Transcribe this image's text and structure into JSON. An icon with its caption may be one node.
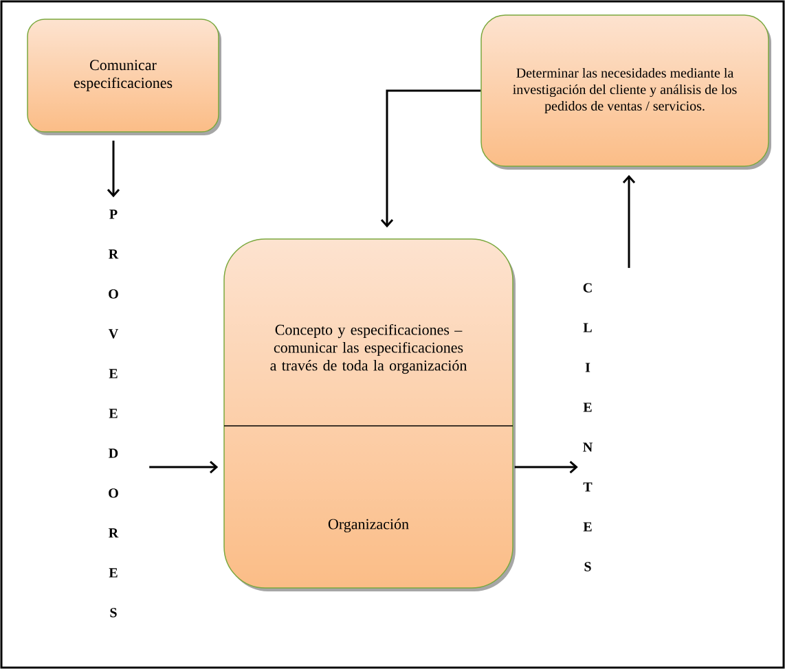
{
  "diagram": {
    "nodes": [
      {
        "text": [
          "Comunicar especificaciones"
        ]
      },
      {
        "text": [
          "Determinar las necesidades mediante la investigación del cliente y análisis de los pedidos de ventas / servicios."
        ]
      },
      {
        "text": [
          "P R O V E E D O R E S"
        ]
      },
      {
        "text": [
          "Concepto y especificaciones – comunicar las especificaciones a través de toda la organización",
          "Organización"
        ]
      },
      {
        "text": [
          "C L I E N T E S"
        ]
      }
    ],
    "edges": [
      {
        "from": 0,
        "to": 2,
        "arrow": "to"
      },
      {
        "from": 2,
        "to": 3,
        "arrow": "to"
      },
      {
        "from": 3,
        "to": 4,
        "arrow": "to"
      },
      {
        "from": 4,
        "to": 1,
        "arrow": "to"
      },
      {
        "from": 1,
        "to": 3,
        "arrow": "to"
      }
    ]
  }
}
